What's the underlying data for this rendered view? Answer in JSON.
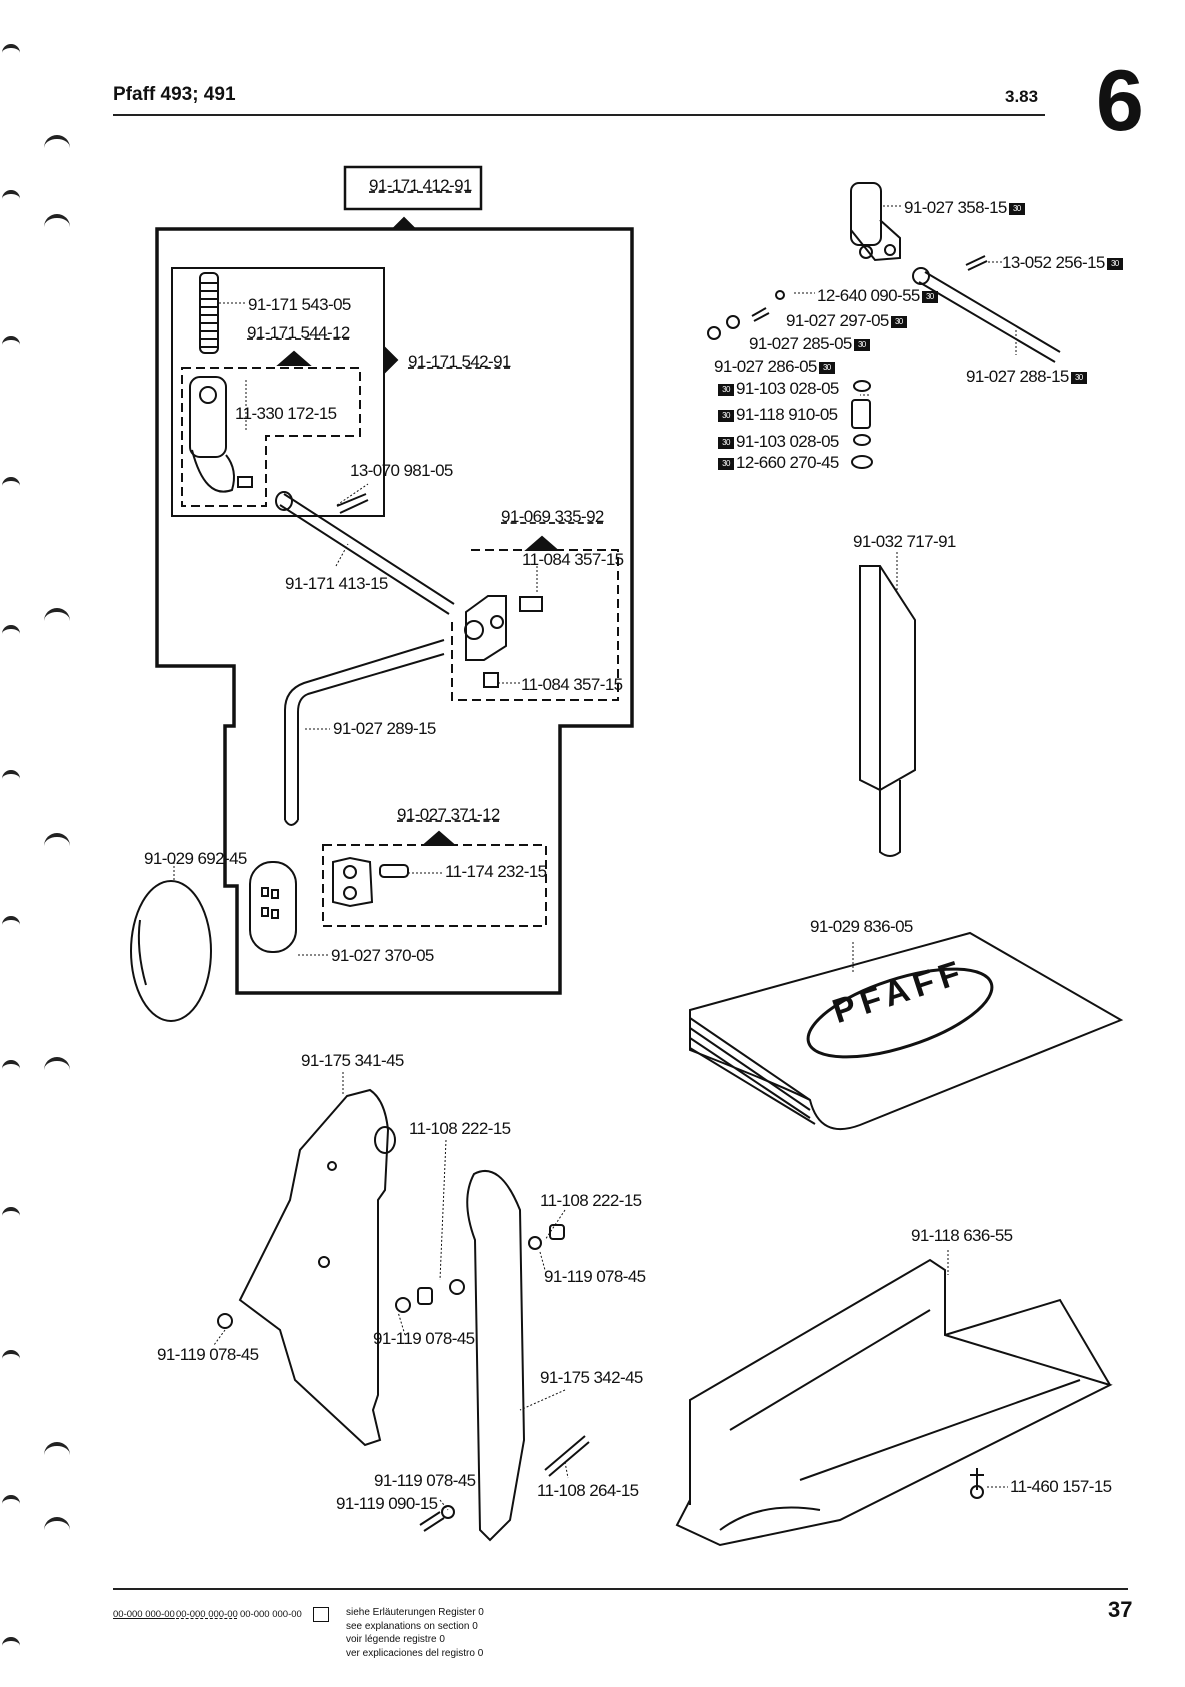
{
  "header": {
    "title": "Pfaff 493; 491",
    "date": "3.83",
    "section_number": "6"
  },
  "assembly_refs": {
    "main": "91-171 412-91",
    "subassembly_top": "91-171 544-12",
    "subassembly_side": "91-171 542-91",
    "clamp_assembly": "91-069 335-92",
    "bracket_assembly": "91-027 371-12"
  },
  "parts": {
    "spring": "91-171 543-05",
    "holder": "11-330 172-15",
    "pin": "13-070 981-05",
    "bar": "91-171 413-15",
    "screw_top": "11-084 357-15",
    "screw_bottom": "11-084 357-15",
    "knee_lever": "91-027 289-15",
    "knee_pad_plate": "91-027 370-05",
    "bracket_screw": "11-174 232-15",
    "knee_pad": "91-029 692-45",
    "crank": "91-027 358-15",
    "pin_small": "13-052 256-15",
    "screw_a": "12-640 090-55",
    "stud": "91-027 297-05",
    "nut_a": "91-027 285-05",
    "nut_b": "91-027 286-05",
    "rod": "91-027 288-15",
    "washer_1": "91-103 028-05",
    "spring_small": "91-118 910-05",
    "washer_2": "91-103 028-05",
    "retaining_ring": "12-660 270-45",
    "oil_can": "91-032 717-91",
    "cover": "91-029 836-05",
    "tray": "91-118 636-55",
    "tray_screw": "11-460 157-15",
    "belt_guard": "91-175 341-45",
    "screw_guard_1": "11-108 222-15",
    "screw_guard_2": "11-108 222-15",
    "washer_guard_1": "91-119 078-45",
    "washer_guard_2": "91-119 078-45",
    "washer_guard_left": "91-119 078-45",
    "belt_guard_part": "91-175 342-45",
    "washer_guard_3": "91-119 078-45",
    "spacer": "91-119 090-15",
    "screw_long": "11-108 264-15"
  },
  "badge_label": "30",
  "cover_logo": "PFAFF",
  "legend": {
    "code_1": "00-000 000-00",
    "code_2": "00-000 000-00",
    "code_3": "00-000 000-00",
    "line_de": "siehe Erläuterungen Register 0",
    "line_en": "see explanations on section 0",
    "line_fr": "voir légende registre 0",
    "line_es": "ver explicaciones del registro 0"
  },
  "page_number": "37"
}
